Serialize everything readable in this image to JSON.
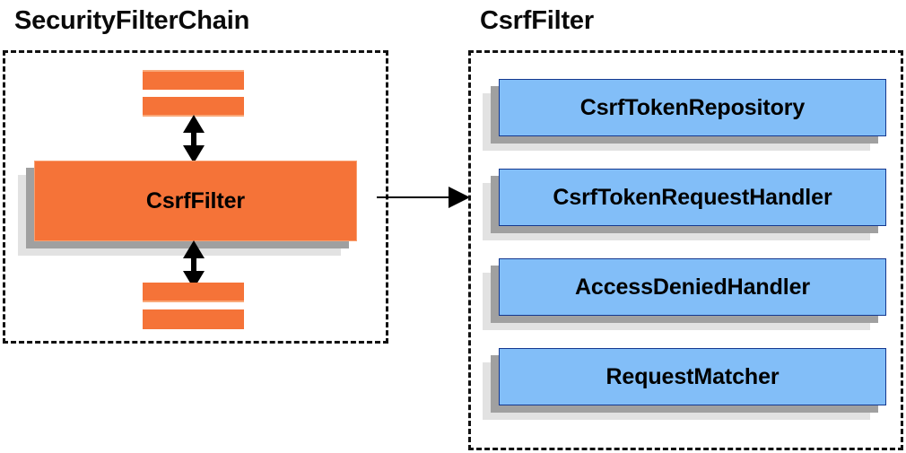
{
  "diagram": {
    "type": "component-relationship-diagram",
    "background_color": "#ffffff",
    "panels": [
      {
        "id": "security-filter-chain",
        "title": "SecurityFilterChain",
        "border_style": "dashed",
        "border_color": "#111111",
        "accent_color": "#f57338",
        "items": [
          {
            "kind": "bar",
            "label": ""
          },
          {
            "kind": "bar",
            "label": ""
          },
          {
            "kind": "card",
            "label": "CsrfFilter"
          },
          {
            "kind": "bar",
            "label": ""
          },
          {
            "kind": "bar",
            "label": ""
          }
        ]
      },
      {
        "id": "csrf-filter",
        "title": "CsrfFilter",
        "border_style": "dashed",
        "border_color": "#111111",
        "accent_color": "#82bef8",
        "items": [
          {
            "kind": "card",
            "label": "CsrfTokenRepository"
          },
          {
            "kind": "card",
            "label": "CsrfTokenRequestHandler"
          },
          {
            "kind": "card",
            "label": "AccessDeniedHandler"
          },
          {
            "kind": "card",
            "label": "RequestMatcher"
          }
        ]
      }
    ],
    "connectors": [
      {
        "name": "filter-chain-up-arrow",
        "style": "double-headed-vertical",
        "color": "#000000"
      },
      {
        "name": "filter-chain-down-arrow",
        "style": "double-headed-vertical",
        "color": "#000000"
      },
      {
        "name": "csrffilter-expand-arrow",
        "style": "single-headed-horizontal",
        "color": "#000000"
      }
    ],
    "colors": {
      "orange_fill": "#f57338",
      "orange_border": "#f9a071",
      "blue_fill": "#82bef8",
      "blue_border": "#15388f",
      "shadow_mid": "#a0a0a0",
      "shadow_back": "#e2e2e2",
      "text": "#000000"
    }
  }
}
